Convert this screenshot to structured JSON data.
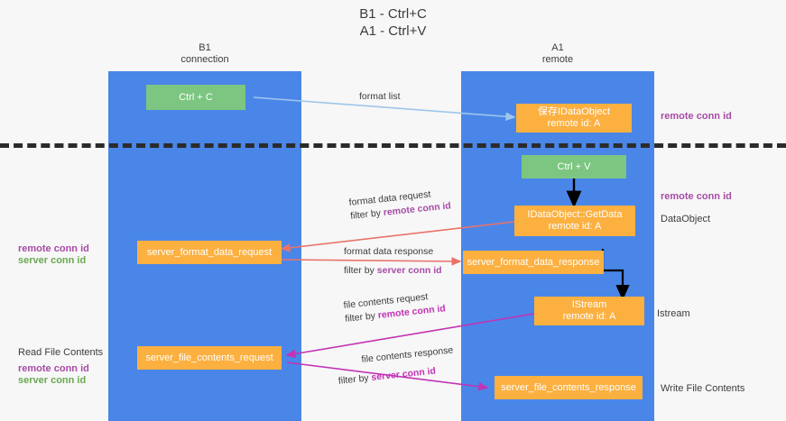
{
  "title": "B1 - Ctrl+C\nA1 - Ctrl+V",
  "lanes": {
    "b1": {
      "header": "B1\nconnection"
    },
    "a1": {
      "header": "A1\nremote"
    }
  },
  "nodes": {
    "ctrl_c": "Ctrl + C",
    "ctrl_v": "Ctrl + V",
    "save_dataobject": "保存IDataObject\nremote id: A",
    "getdata": "IDataObject::GetData\nremote id: A",
    "istream": "IStream\nremote id: A",
    "server_format_data_request": "server_format_data_request",
    "server_format_data_response": "server_format_data_response",
    "server_file_contents_request": "server_file_contents_request",
    "server_file_contents_response": "server_file_contents_response"
  },
  "edges": {
    "format_list": "format list",
    "format_data_request_l1": "format data request",
    "format_data_request_l2a": "filter by ",
    "format_data_request_l2b": "remote conn id",
    "format_data_response_l1": "format data response",
    "format_data_response_l2a": "filter by ",
    "format_data_response_l2b": "server conn id",
    "file_contents_request_l1": "file contents request",
    "file_contents_request_l2a": "filter by ",
    "file_contents_request_l2b": "remote conn id",
    "file_contents_response_l1": "file contents response",
    "file_contents_response_l2a": "filter by ",
    "file_contents_response_l2b": "server conn id"
  },
  "side_labels": {
    "right_remote_conn_top": "remote conn id",
    "right_remote_conn_mid": "remote conn id",
    "right_dataobject": "DataObject",
    "right_istream": "Istream",
    "right_write_file_contents": "Write File Contents",
    "left_remote_conn": "remote conn id",
    "left_server_conn": "server conn id",
    "left_read_file_contents": "Read File Contents",
    "left_remote_conn_2": "remote conn id",
    "left_server_conn_2": "server conn id"
  },
  "colors": {
    "lane": "#4a86e8",
    "green_node": "#7dc681",
    "orange_node": "#fbb040",
    "purple": "#a64ca6",
    "green_text": "#6aa84f",
    "magenta": "#c233b5",
    "red_arrow": "#e8736a",
    "blue_arrow": "#9ec6ea",
    "divider": "#2b2b2b"
  }
}
